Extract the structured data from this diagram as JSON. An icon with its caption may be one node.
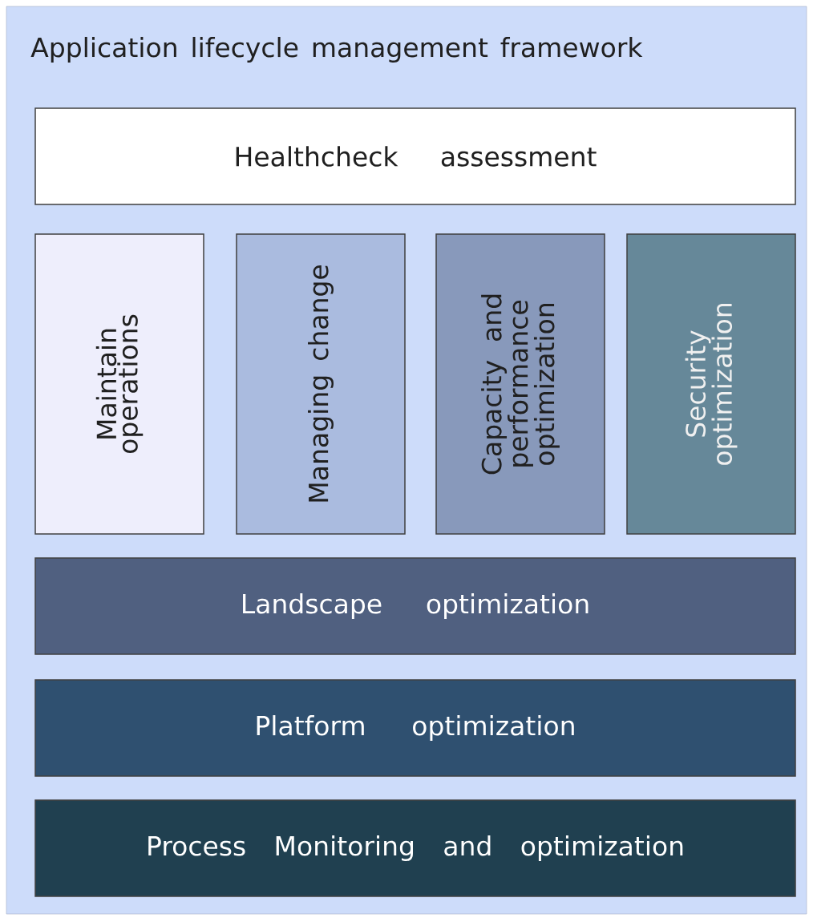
{
  "diagram": {
    "nodes": [
      {
        "text": [
          "Application lifecycle management framework"
        ]
      },
      {
        "text": [
          "Healthcheck assessment"
        ],
        "in": 0
      },
      {
        "text": [
          "Maintain operations"
        ],
        "in": 0
      },
      {
        "text": [
          "Managing change"
        ],
        "in": 0
      },
      {
        "text": [
          "Capacity and performance optimization"
        ],
        "in": 0
      },
      {
        "text": [
          "Security optimization"
        ],
        "in": 0
      },
      {
        "text": [
          "Landscape optimization"
        ],
        "in": 0
      },
      {
        "text": [
          "Platform optimization"
        ],
        "in": 0
      },
      {
        "text": [
          "Process Monitoring and optimization"
        ],
        "in": 0
      }
    ]
  }
}
